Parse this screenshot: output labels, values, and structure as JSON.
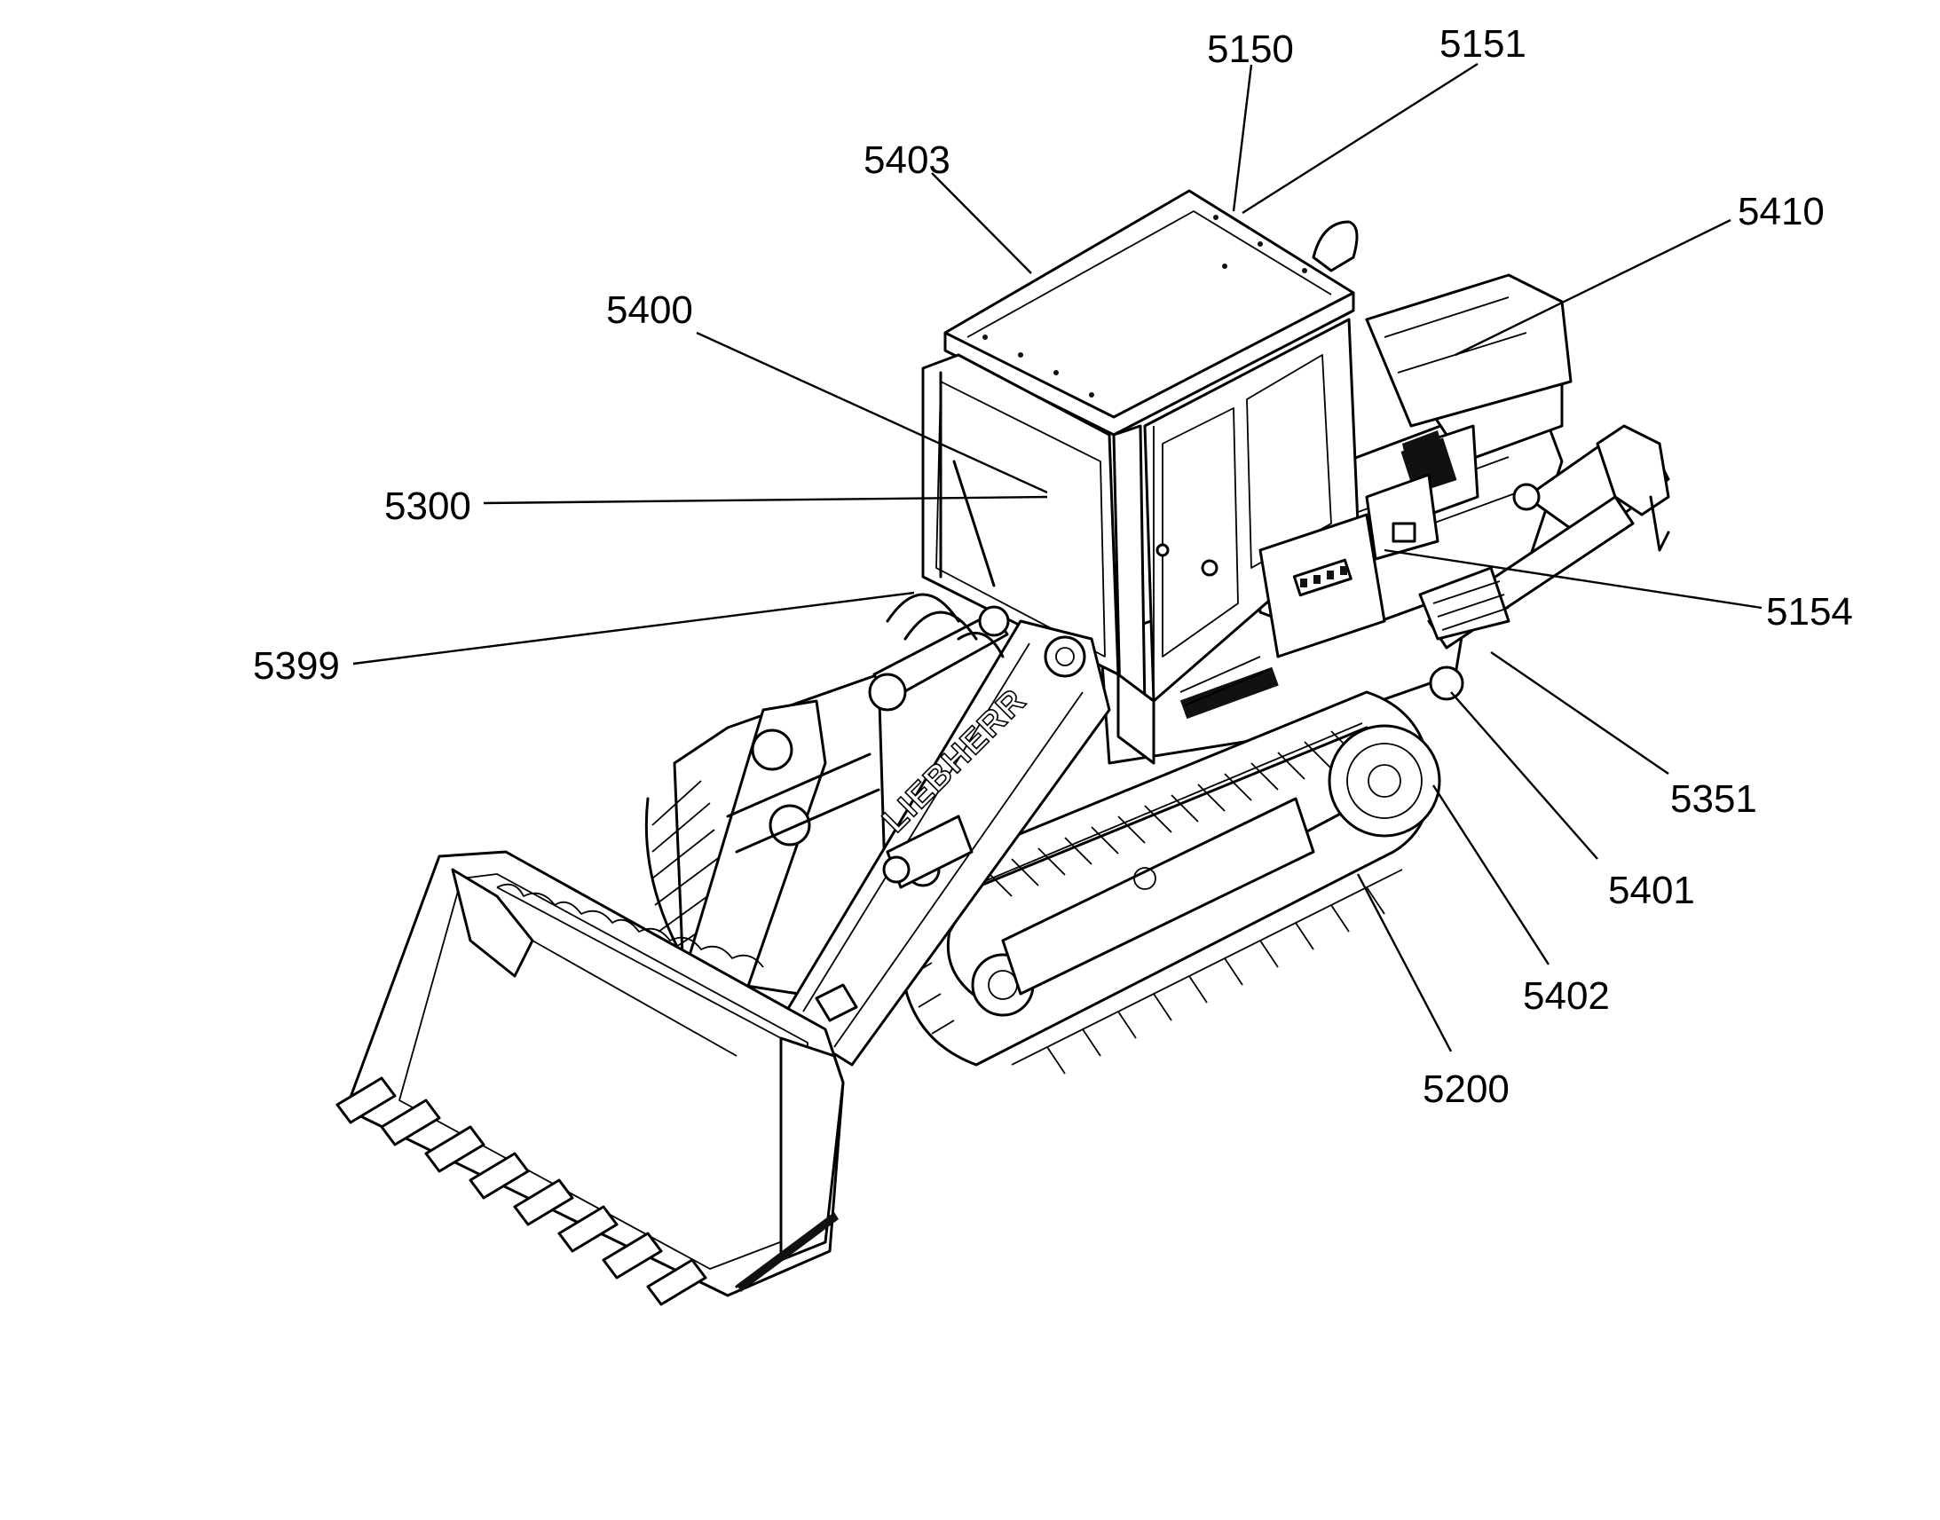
{
  "diagram": {
    "brand_marking": "LIEBHERR",
    "callouts": [
      {
        "id": "c5150",
        "label": "5150"
      },
      {
        "id": "c5151",
        "label": "5151"
      },
      {
        "id": "c5403",
        "label": "5403"
      },
      {
        "id": "c5410",
        "label": "5410"
      },
      {
        "id": "c5400",
        "label": "5400"
      },
      {
        "id": "c5300",
        "label": "5300"
      },
      {
        "id": "c5154",
        "label": "5154"
      },
      {
        "id": "c5399",
        "label": "5399"
      },
      {
        "id": "c5351",
        "label": "5351"
      },
      {
        "id": "c5401",
        "label": "5401"
      },
      {
        "id": "c5402",
        "label": "5402"
      },
      {
        "id": "c5200",
        "label": "5200"
      }
    ]
  },
  "colors": {
    "line": "#000000",
    "background": "#ffffff"
  }
}
